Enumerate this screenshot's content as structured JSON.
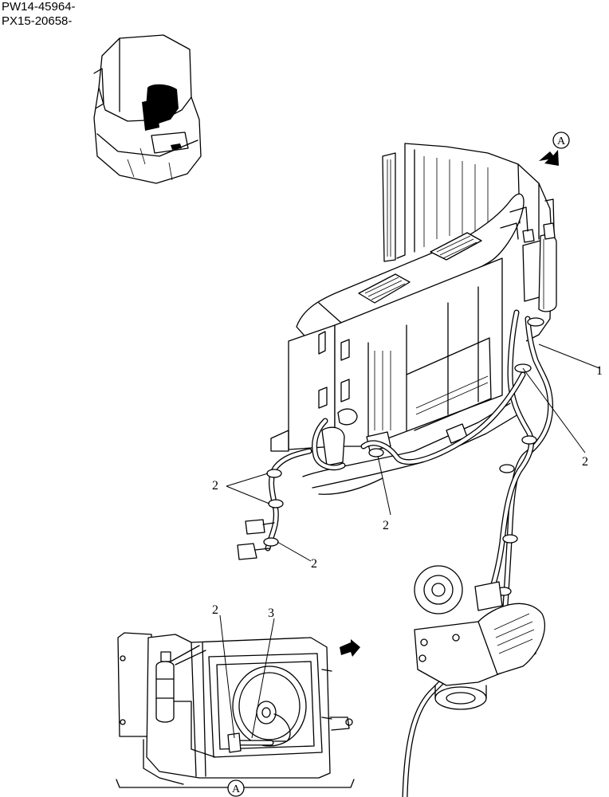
{
  "serials": [
    "PW14-45964-",
    "PX15-20658-"
  ],
  "callouts": {
    "one": "1",
    "two": "2",
    "three": "3",
    "view_a": "A"
  }
}
